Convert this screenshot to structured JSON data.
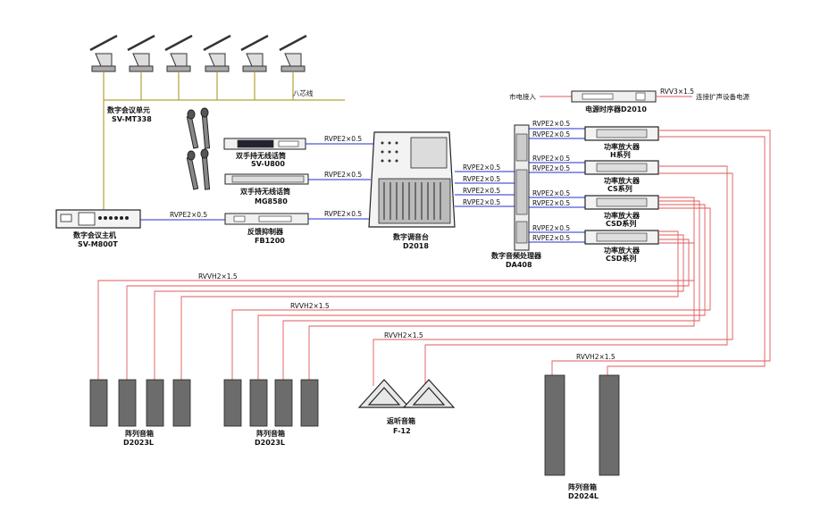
{
  "title": "",
  "wire": {
    "eight_core": "八芯线",
    "rvpe": "RVPE2×0.5",
    "rvvh": "RVVH2×1.5",
    "rvv": "RVV3×1.5"
  },
  "devices": {
    "mic_unit": {
      "name": "数字会议单元",
      "model": "SV-MT338"
    },
    "host": {
      "name": "数字会议主机",
      "model": "SV-M800T"
    },
    "wireless1": {
      "name": "双手持无线话筒",
      "model": "SV-U800"
    },
    "wireless2": {
      "name": "双手持无线话筒",
      "model": "MG8580"
    },
    "feedback": {
      "name": "反馈抑制器",
      "model": "FB1200"
    },
    "mixer": {
      "name": "数字调音台",
      "model": "D2018"
    },
    "processor": {
      "name": "数字音频处理器",
      "model": "DA408"
    },
    "sequencer": {
      "name": "电源时序器",
      "model": "D2010"
    },
    "mains_in": "市电接入",
    "mains_out": "连接扩声设备电源",
    "amps": [
      {
        "name": "功率放大器",
        "series": "H系列"
      },
      {
        "name": "功率放大器",
        "series": "CS系列"
      },
      {
        "name": "功率放大器",
        "series": "CSD系列"
      },
      {
        "name": "功率放大器",
        "series": "CSD系列"
      }
    ],
    "array1": {
      "name": "阵列音箱",
      "model": "D2023L"
    },
    "array2": {
      "name": "阵列音箱",
      "model": "D2023L"
    },
    "monitor": {
      "name": "返听音箱",
      "model": "F-12"
    },
    "array3": {
      "name": "阵列音箱",
      "model": "D2024L"
    }
  },
  "colors": {
    "blue": "#1f2fd0",
    "red": "#e05a5a",
    "olive": "#b3a238"
  }
}
